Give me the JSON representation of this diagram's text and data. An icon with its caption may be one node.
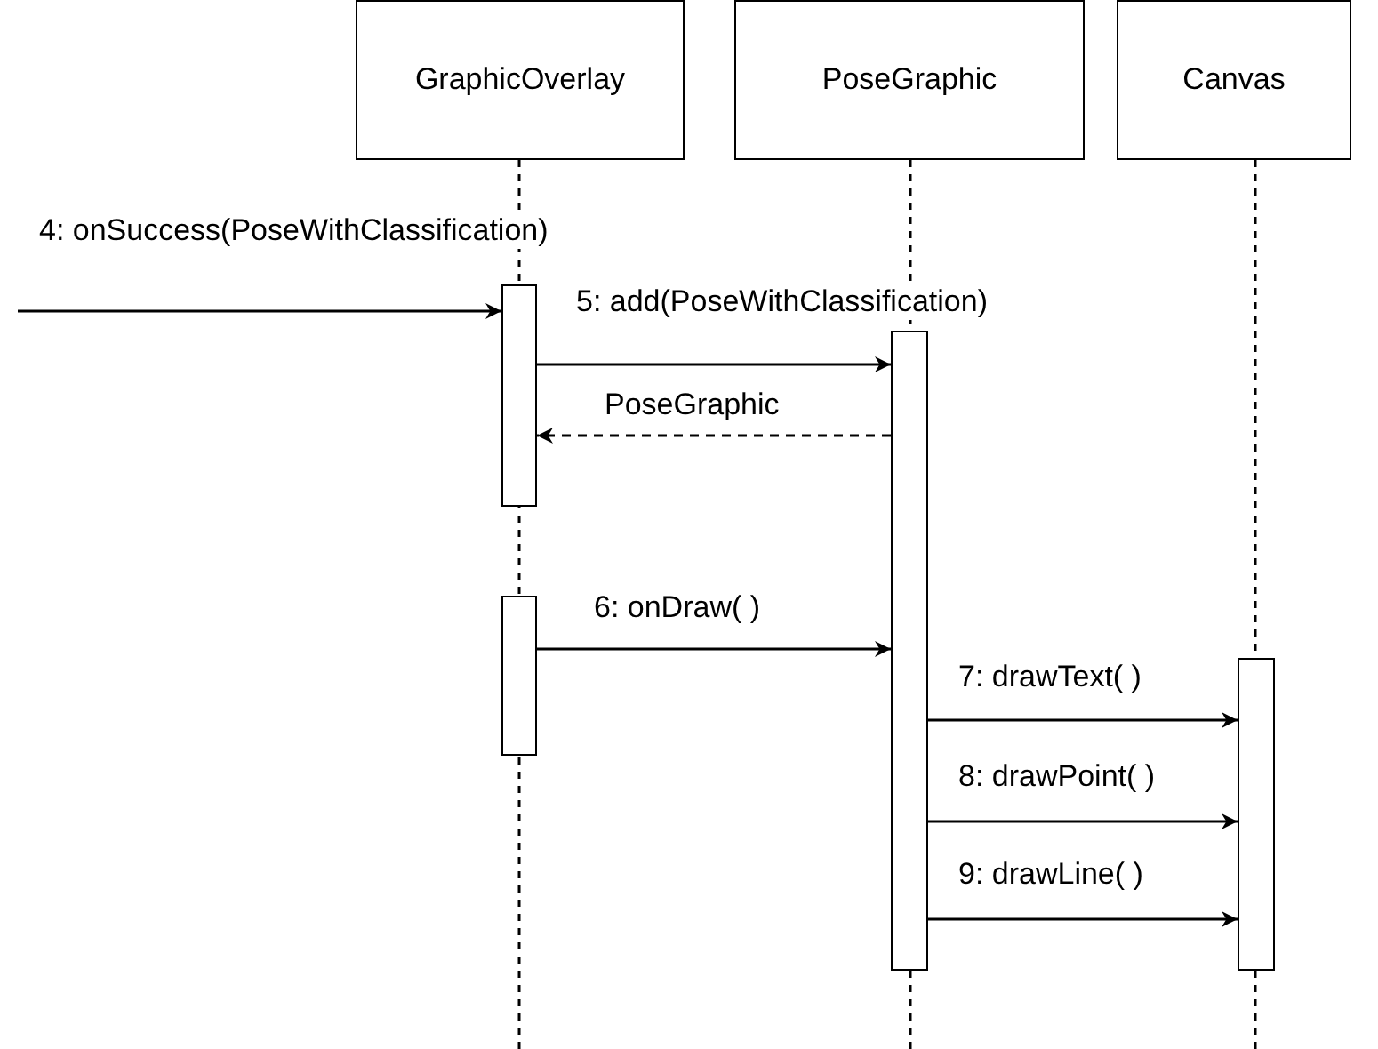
{
  "diagram": {
    "nodes": [
      {
        "text": [
          "GraphicOverlay"
        ]
      },
      {
        "text": [
          "PoseGraphic"
        ]
      },
      {
        "text": [
          "Canvas"
        ]
      },
      {
        "text": [],
        "shape": "bar"
      },
      {
        "text": [],
        "shape": "bar"
      },
      {
        "text": [],
        "shape": "bar"
      },
      {
        "text": [],
        "shape": "bar"
      }
    ],
    "edges": [
      {
        "from": null,
        "to": 3,
        "arrow": "to",
        "label": "4: onSuccess(PoseWithClassification)"
      },
      {
        "from": 3,
        "to": 4,
        "arrow": "to",
        "label": "5: add(PoseWithClassification)"
      },
      {
        "from": 4,
        "to": 3,
        "arrow": "to",
        "label": "PoseGraphic",
        "style": "dashed"
      },
      {
        "from": 5,
        "to": 4,
        "arrow": "to",
        "label": "6: onDraw( )"
      },
      {
        "from": 4,
        "to": 6,
        "arrow": "to",
        "label": "7: drawText( )"
      },
      {
        "from": 4,
        "to": 6,
        "arrow": "to",
        "label": "8: drawPoint( )"
      },
      {
        "from": 4,
        "to": 6,
        "arrow": "to",
        "label": "9: drawLine( )"
      }
    ]
  }
}
